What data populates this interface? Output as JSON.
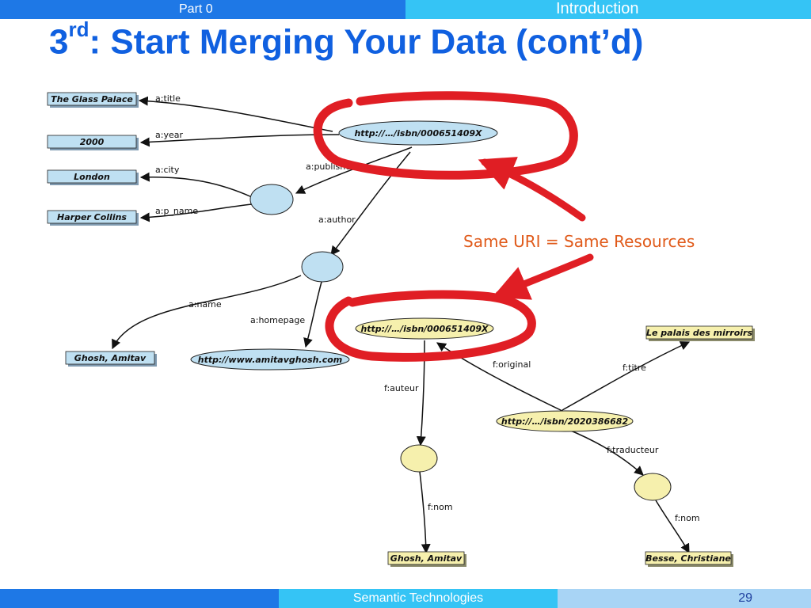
{
  "header": {
    "section_label": "Part 0",
    "chapter_label": "Introduction"
  },
  "slide": {
    "title_prefix": "3",
    "title_sup": "rd",
    "title_rest": ": Start Merging Your Data (cont’d)"
  },
  "diagram": {
    "english": {
      "book_uri": "http://…/isbn/000651409X",
      "title_literal": "The Glass Palace",
      "year_literal": "2000",
      "city_literal": "London",
      "publisher_name_literal": "Harper Collins",
      "author_name_literal": "Ghosh, Amitav",
      "homepage_uri": "http://www.amitavghosh.com",
      "edges": {
        "title": "a:title",
        "year": "a:year",
        "publisher": "a:publisher",
        "city": "a:city",
        "p_name": "a:p_name",
        "author": "a:author",
        "name": "a:name",
        "homepage": "a:homepage"
      }
    },
    "french": {
      "book_uri": "http://…/isbn/000651409X",
      "translation_uri": "http://…/isbn/2020386682",
      "titre_literal": "Le palais des mirroirs",
      "auteur_nom_literal": "Ghosh, Amitav",
      "traducteur_nom_literal": "Besse, Christiane",
      "edges": {
        "auteur": "f:auteur",
        "original": "f:original",
        "titre": "f:titre",
        "traducteur": "f:traducteur",
        "nom_auteur": "f:nom",
        "nom_traducteur": "f:nom"
      }
    },
    "annotation": "Same URI = Same Resources",
    "colors": {
      "english_fill": "#bfe0f2",
      "french_fill": "#f6f0ad",
      "highlight": "#e01e24",
      "annotation_text": "#e05a1a"
    }
  },
  "footer": {
    "course_label": "Semantic Technologies",
    "page_number": "29"
  }
}
